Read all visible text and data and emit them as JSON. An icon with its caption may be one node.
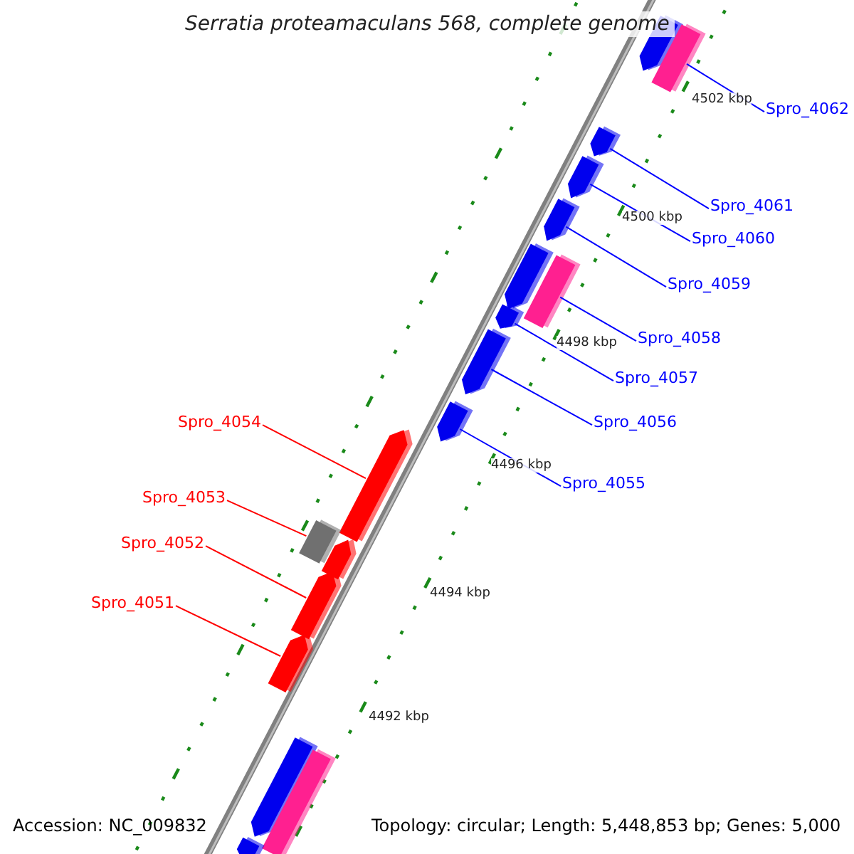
{
  "diagram": {
    "title": "Serratia proteamaculans 568, complete genome",
    "nodes": [
      {
        "text": [
          "Spro_4062"
        ]
      },
      {
        "text": [
          "Spro_4061"
        ]
      },
      {
        "text": [
          "Spro_4060"
        ]
      },
      {
        "text": [
          "Spro_4059"
        ]
      },
      {
        "text": [
          "Spro_4058"
        ]
      },
      {
        "text": [
          "Spro_4057"
        ]
      },
      {
        "text": [
          "Spro_4056"
        ]
      },
      {
        "text": [
          "Spro_4055"
        ]
      },
      {
        "text": [
          "Spro_4054"
        ]
      },
      {
        "text": [
          "Spro_4053"
        ]
      },
      {
        "text": [
          "Spro_4052"
        ]
      },
      {
        "text": [
          "Spro_4051"
        ]
      },
      {
        "text": [],
        "shape": "arrow"
      },
      {
        "text": [],
        "shape": "bar"
      },
      {
        "text": [],
        "shape": "arrow"
      },
      {
        "text": [],
        "shape": "arrow"
      },
      {
        "text": [],
        "shape": "arrow"
      },
      {
        "text": [],
        "shape": "arrow"
      },
      {
        "text": [],
        "shape": "bar"
      },
      {
        "text": [],
        "shape": "arrow"
      },
      {
        "text": [],
        "shape": "arrow"
      },
      {
        "text": [],
        "shape": "arrow"
      },
      {
        "text": [],
        "shape": "arrow"
      },
      {
        "text": [],
        "shape": "bar"
      },
      {
        "text": [],
        "shape": "arrow"
      },
      {
        "text": [],
        "shape": "arrow"
      },
      {
        "text": [],
        "shape": "arrow"
      },
      {
        "text": [],
        "shape": "arrow"
      },
      {
        "text": [],
        "shape": "bar"
      },
      {
        "text": [],
        "shape": "arrow"
      }
    ],
    "edges": [
      {
        "from": 0,
        "to": 13,
        "arrow": "none"
      },
      {
        "from": 1,
        "to": 14,
        "arrow": "none"
      },
      {
        "from": 2,
        "to": 15,
        "arrow": "none"
      },
      {
        "from": 3,
        "to": 16,
        "arrow": "none"
      },
      {
        "from": 4,
        "to": 18,
        "arrow": "none"
      },
      {
        "from": 5,
        "to": 19,
        "arrow": "none"
      },
      {
        "from": 6,
        "to": 20,
        "arrow": "none"
      },
      {
        "from": 7,
        "to": 21,
        "arrow": "none"
      },
      {
        "from": 8,
        "to": 22,
        "arrow": "none",
        "color": "#ff0000"
      },
      {
        "from": 9,
        "to": 23,
        "arrow": "none",
        "color": "#ff0000"
      },
      {
        "from": 10,
        "to": 25,
        "arrow": "none",
        "color": "#ff0000"
      },
      {
        "from": 11,
        "to": 26,
        "arrow": "none",
        "color": "#ff0000"
      }
    ],
    "labels": [
      "4502 kbp",
      "4500 kbp",
      "4498 kbp",
      "4496 kbp",
      "4494 kbp",
      "4492 kbp",
      "Accession: NC_009832",
      "Topology: circular; Length: 5,448,853 bp; Genes: 5,000"
    ]
  }
}
